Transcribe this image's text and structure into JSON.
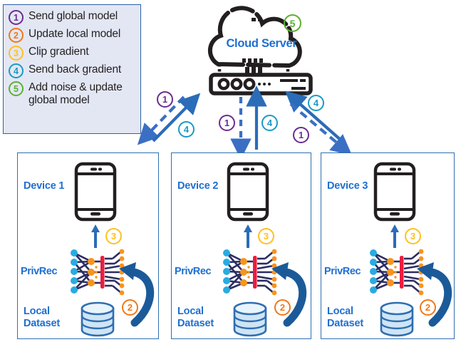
{
  "legend": {
    "items": [
      {
        "num": "1",
        "label": "Send global model",
        "color": "#6B2C91"
      },
      {
        "num": "2",
        "label": "Update local model",
        "color": "#F07818"
      },
      {
        "num": "3",
        "label": "Clip gradient",
        "color": "#FFC020"
      },
      {
        "num": "4",
        "label": "Send back gradient",
        "color": "#1B9AC4"
      },
      {
        "num": "5",
        "label": "Add noise & update global model",
        "color": "#5CB031"
      }
    ]
  },
  "cloud": {
    "title": "Cloud Server",
    "title_color": "#1F6FD0",
    "badge": {
      "num": "5",
      "color": "#5CB031"
    },
    "icon": "cloud-server-icon"
  },
  "flow_badges": {
    "left_send": {
      "num": "1",
      "color": "#6B2C91"
    },
    "left_back": {
      "num": "4",
      "color": "#1B9AC4"
    },
    "center_send": {
      "num": "1",
      "color": "#6B2C91"
    },
    "center_back": {
      "num": "4",
      "color": "#1B9AC4"
    },
    "right_back": {
      "num": "4",
      "color": "#1B9AC4"
    },
    "right_send": {
      "num": "1",
      "color": "#6B2C91"
    }
  },
  "devices": [
    {
      "name": "Device 1",
      "model_label": "PrivRec",
      "dataset_label": "Local\nDataset",
      "clip_badge": {
        "num": "3",
        "color": "#FFC020"
      },
      "update_badge": {
        "num": "2",
        "color": "#F07818"
      }
    },
    {
      "name": "Device 2",
      "model_label": "PrivRec",
      "dataset_label": "Local\nDataset",
      "clip_badge": {
        "num": "3",
        "color": "#FFC020"
      },
      "update_badge": {
        "num": "2",
        "color": "#F07818"
      }
    },
    {
      "name": "Device 3",
      "model_label": "PrivRec",
      "dataset_label": "Local\nDataset",
      "clip_badge": {
        "num": "3",
        "color": "#FFC020"
      },
      "update_badge": {
        "num": "2",
        "color": "#F07818"
      }
    }
  ],
  "colors": {
    "panel_border": "#2F6FB0",
    "legend_bg": "#E3E7F4",
    "legend_border": "#2F5FA8",
    "arrow_blue": "#2B6CB8",
    "dashed_blue": "#3A6FC4",
    "loop_blue": "#1B5A99",
    "node_cyan": "#29ABE2",
    "node_orange": "#F7941E",
    "bar_red": "#ED1C3E",
    "link_navy": "#2B2D62",
    "db_fill": "#CFE4F5",
    "db_stroke": "#2F6FB0",
    "phone_black": "#231F20"
  }
}
